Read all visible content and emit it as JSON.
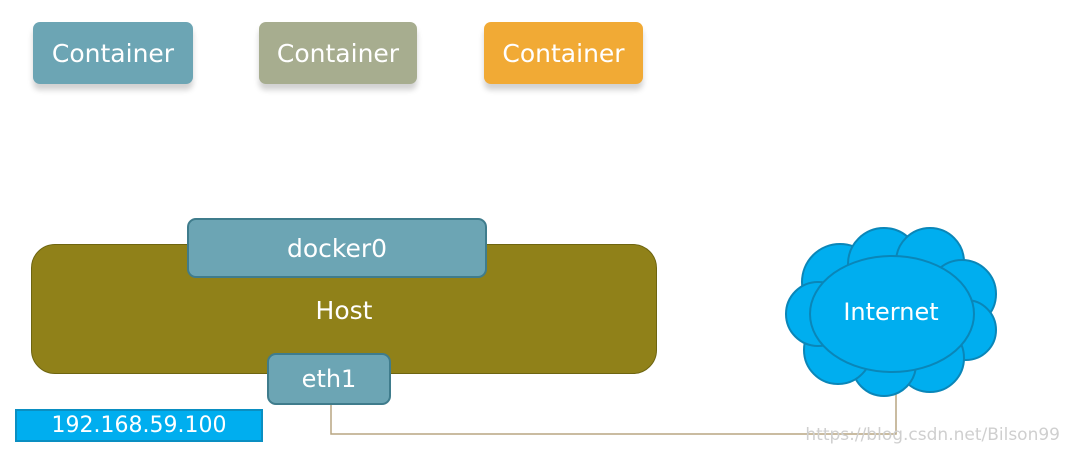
{
  "colors": {
    "container_1": "#6ca5b4",
    "container_2": "#a7ad8f",
    "container_3": "#f1aa35",
    "host": "#908119",
    "interface": "#6ca5b4",
    "ip_badge": "#00aeef",
    "cloud": "#00aeef",
    "cloud_stroke": "#0a86b8",
    "connector": "#b8a682"
  },
  "containers": [
    {
      "label": "Container"
    },
    {
      "label": "Container"
    },
    {
      "label": "Container"
    }
  ],
  "host": {
    "label": "Host",
    "bridge_label": "docker0",
    "nic_label": "eth1",
    "ip_address": "192.168.59.100"
  },
  "internet": {
    "label": "Internet",
    "icon": "cloud-icon"
  },
  "watermark": "https://blog.csdn.net/Bilson99"
}
